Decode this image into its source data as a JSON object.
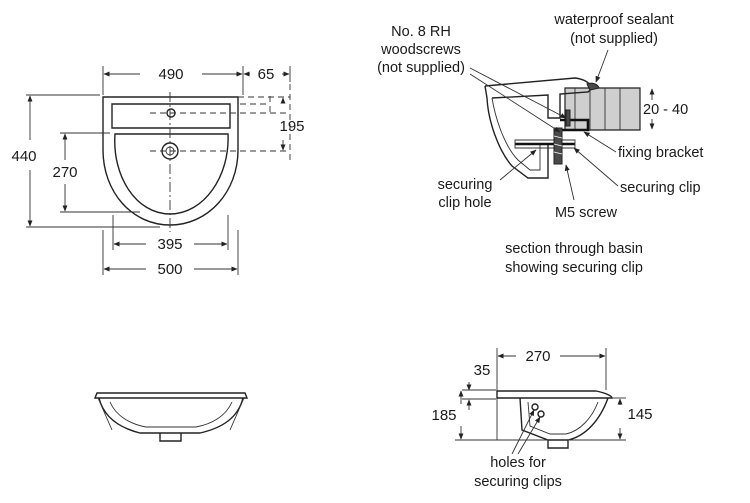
{
  "front_view": {
    "width_top": "490",
    "side_offset": "65",
    "tap_offset": "195",
    "height_total": "440",
    "height_bowl": "270",
    "bowl_width": "395",
    "width_total": "500"
  },
  "section": {
    "woodscrews_line1": "No. 8 RH",
    "woodscrews_line2": "woodscrews",
    "woodscrews_line3": "(not supplied)",
    "sealant_line1": "waterproof sealant",
    "sealant_line2": "(not supplied)",
    "thickness": "20 - 40",
    "fixing_bracket": "fixing bracket",
    "securing_clip": "securing clip",
    "clip_hole_line1": "securing",
    "clip_hole_line2": "clip hole",
    "screw": "M5 screw",
    "caption_line1": "section through basin",
    "caption_line2": "showing securing clip"
  },
  "side_view": {
    "depth": "270",
    "rim": "35",
    "height_total": "185",
    "height_bowl": "145",
    "holes_line1": "holes for",
    "holes_line2": "securing clips"
  }
}
